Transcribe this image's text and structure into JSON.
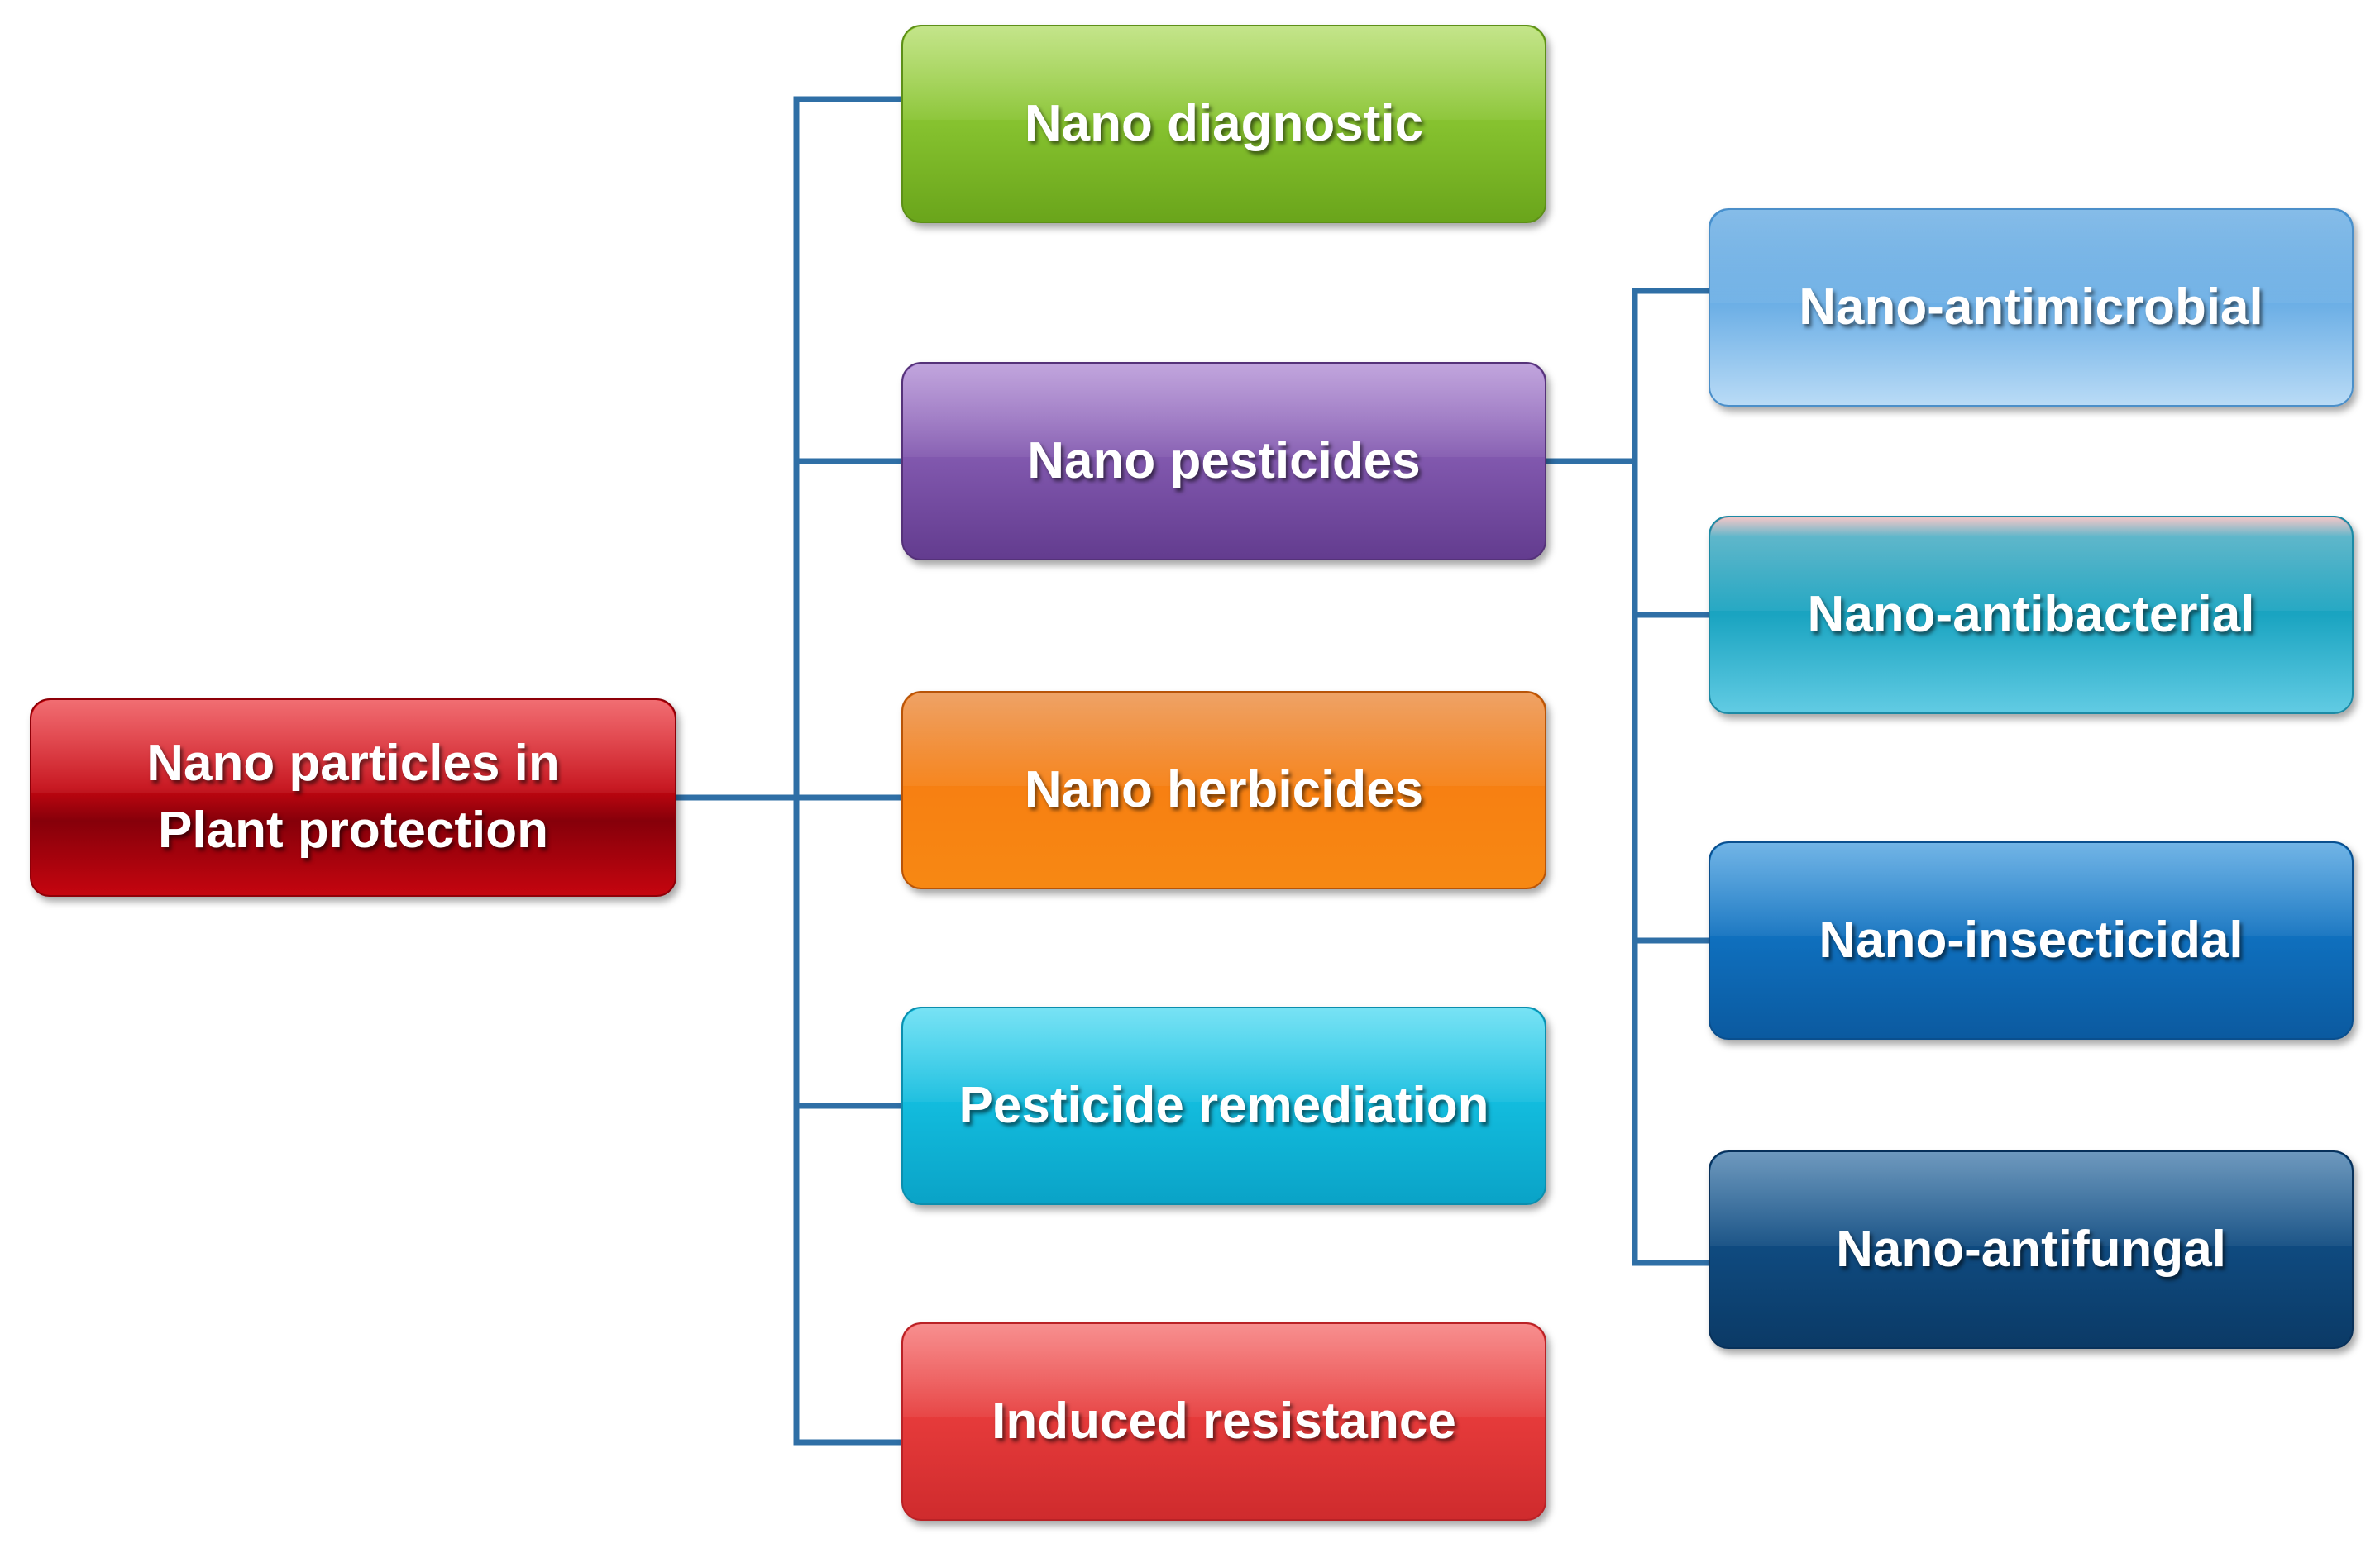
{
  "diagram": {
    "root": {
      "label": "Nano particles in Plant protection"
    },
    "categories": [
      {
        "label": "Nano diagnostic"
      },
      {
        "label": "Nano pesticides"
      },
      {
        "label": "Nano herbicides"
      },
      {
        "label": "Pesticide remediation"
      },
      {
        "label": "Induced resistance"
      }
    ],
    "pesticide_types": [
      {
        "label": "Nano-antimicrobial"
      },
      {
        "label": "Nano-antibacterial"
      },
      {
        "label": "Nano-insecticidal"
      },
      {
        "label": "Nano-antifungal"
      }
    ]
  },
  "colors": {
    "connector": "#2f6fa6",
    "root": "#c30610",
    "nano_diagnostic": "#86c22f",
    "nano_pesticides": "#8057ad",
    "nano_herbicides": "#f78012",
    "pesticide_remediation": "#12bbdd",
    "induced_resistance": "#e53a3a",
    "nano_antimicrobial": "#6eb0e6",
    "nano_antibacterial": "#1aa4c1",
    "nano_insecticidal": "#0f6fbd",
    "nano_antifungal": "#0f4a7f"
  }
}
